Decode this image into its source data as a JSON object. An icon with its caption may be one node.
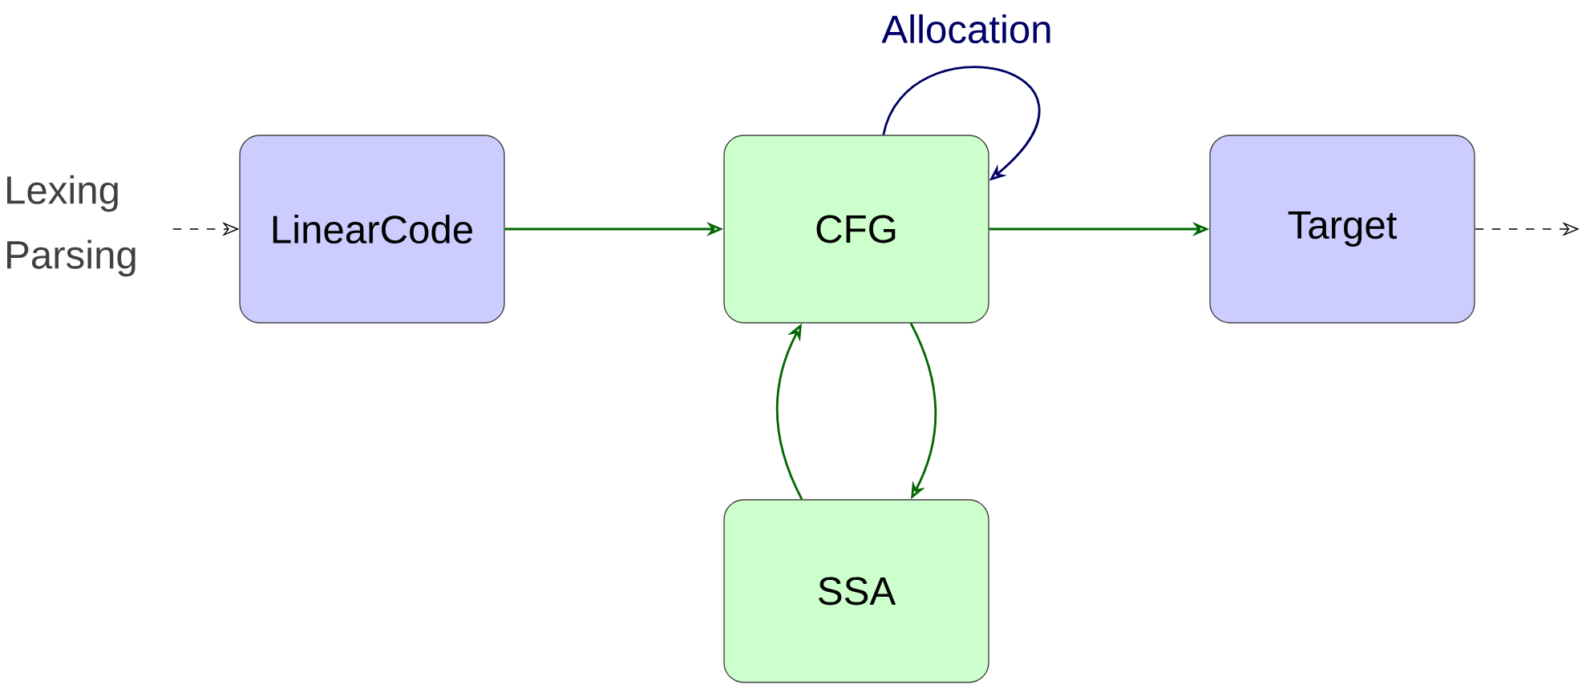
{
  "diagram": {
    "nodes": [
      {
        "text": [
          "LinearCode"
        ]
      },
      {
        "text": [
          "CFG"
        ]
      },
      {
        "text": [
          "Target"
        ]
      },
      {
        "text": [
          "SSA"
        ]
      },
      {
        "text": [
          "Lexing Parsing"
        ]
      }
    ],
    "edges": [
      {
        "from": 4,
        "to": 0,
        "arrow": "to",
        "style": "dashed",
        "color": "#000000"
      },
      {
        "from": 0,
        "to": 1,
        "arrow": "to"
      },
      {
        "from": 1,
        "to": 2,
        "arrow": "to"
      },
      {
        "from": 2,
        "to": null,
        "arrow": "to",
        "style": "dashed",
        "color": "#000000"
      },
      {
        "from": 1,
        "to": 1,
        "arrow": "to",
        "label": "Allocation",
        "color": "#000066"
      },
      {
        "from": 3,
        "to": 1,
        "arrow": "to"
      },
      {
        "from": 1,
        "to": 3,
        "arrow": "to"
      }
    ]
  }
}
